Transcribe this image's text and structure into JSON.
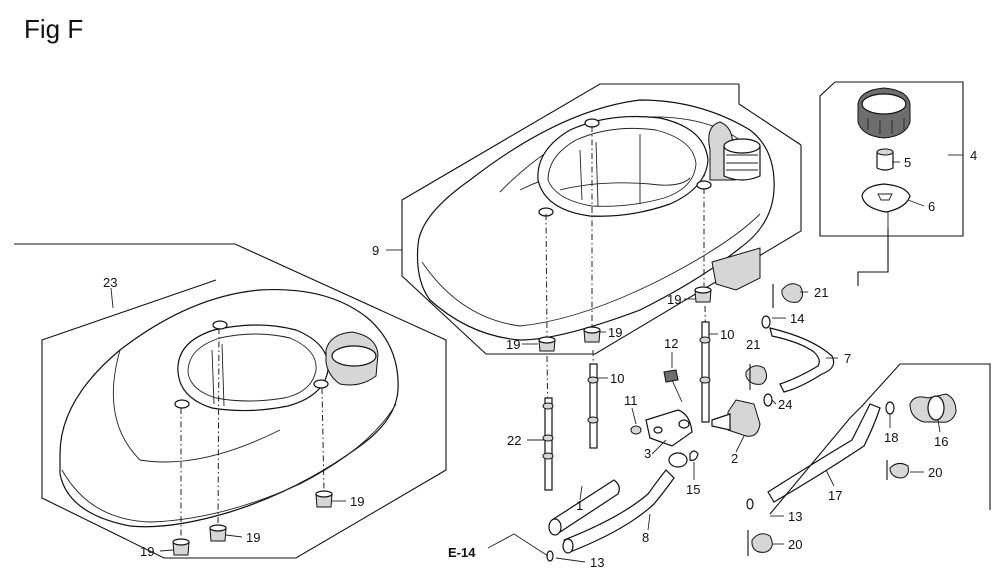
{
  "figure_title": "Fig F",
  "callouts": {
    "c1": "1",
    "c2": "2",
    "c3": "3",
    "c4": "4",
    "c5": "5",
    "c6": "6",
    "c7": "7",
    "c8": "8",
    "c9": "9",
    "c10a": "10",
    "c10b": "10",
    "c11": "11",
    "c12": "12",
    "c13a": "13",
    "c13b": "13",
    "c14": "14",
    "c15": "15",
    "c16": "16",
    "c17": "17",
    "c18": "18",
    "c19a": "19",
    "c19b": "19",
    "c19c": "19",
    "c19d": "19",
    "c19e": "19",
    "c19f": "19",
    "c20a": "20",
    "c20b": "20",
    "c21a": "21",
    "c21b": "21",
    "c22": "22",
    "c23": "23",
    "c24": "24"
  },
  "reference": "E-14"
}
